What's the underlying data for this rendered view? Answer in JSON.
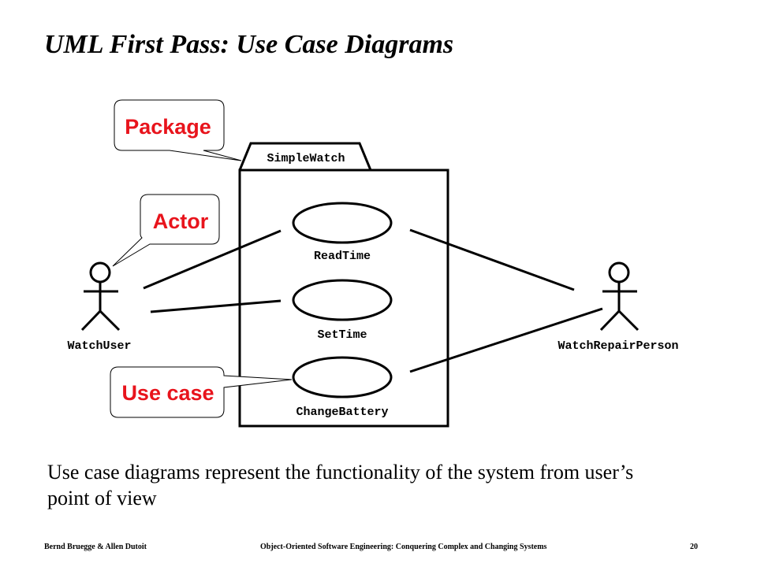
{
  "slide": {
    "title": "UML First Pass: Use Case Diagrams",
    "description": "Use case diagrams represent the functionality of the system from user’s point of view"
  },
  "diagram": {
    "package_name": "SimpleWatch",
    "actors": [
      "WatchUser",
      "WatchRepairPerson"
    ],
    "use_cases": [
      "ReadTime",
      "SetTime",
      "ChangeBattery"
    ],
    "callouts": {
      "package": "Package",
      "actor": "Actor",
      "use_case": "Use case"
    },
    "colors": {
      "callout_text": "#e8141c",
      "lines": "#000000"
    }
  },
  "footer": {
    "authors": "Bernd Bruegge & Allen Dutoit",
    "book": "Object-Oriented Software Engineering: Conquering Complex and Changing Systems",
    "page": "20"
  }
}
